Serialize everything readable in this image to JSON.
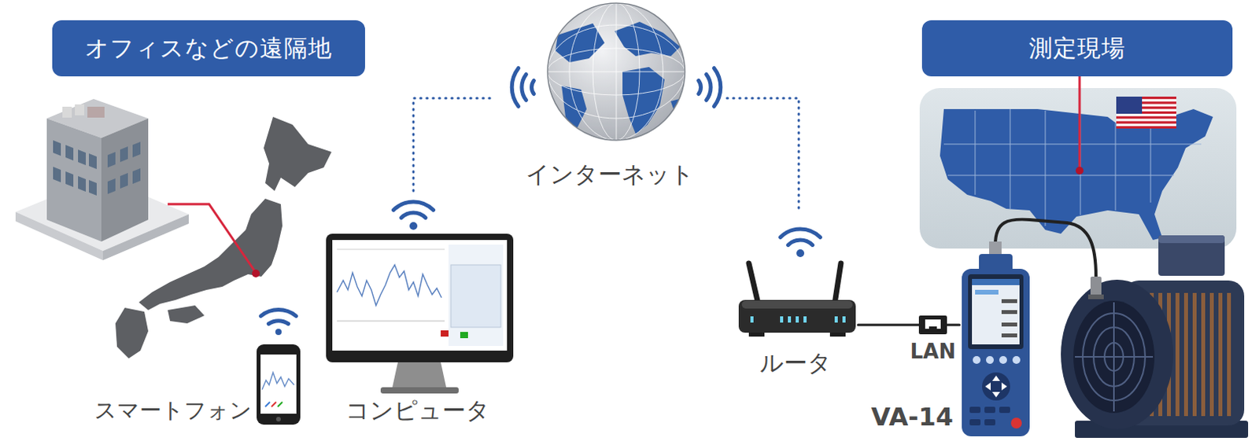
{
  "diagram": {
    "nodes": [
      {
        "text": [
          "オフィスなどの遠隔地"
        ]
      },
      {
        "text": [
          "測定現場"
        ]
      },
      {
        "text": [
          "スマートフォン"
        ]
      },
      {
        "text": [
          "コンピュータ"
        ]
      },
      {
        "text": [
          "インターネット"
        ]
      },
      {
        "text": [
          "ルータ"
        ]
      },
      {
        "text": [
          "VA-14"
        ]
      }
    ],
    "edges": [
      {
        "from": 3,
        "to": 4,
        "arrow": "none"
      },
      {
        "from": 4,
        "to": 5,
        "arrow": "none"
      },
      {
        "from": 5,
        "to": 6,
        "arrow": "none",
        "label": "LAN"
      }
    ]
  }
}
